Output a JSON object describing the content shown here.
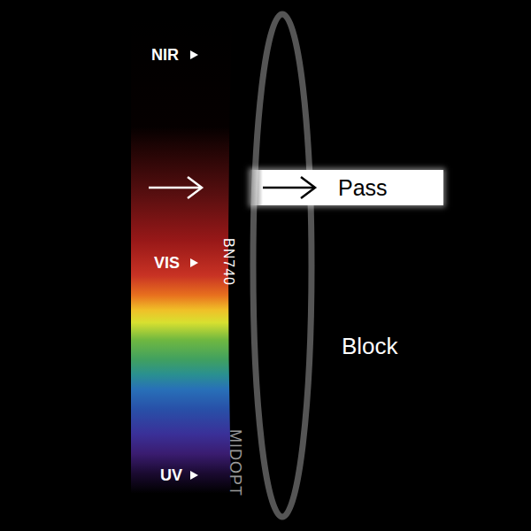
{
  "diagram": {
    "nodes": [
      {
        "text": [
          "Pass"
        ]
      }
    ],
    "labels": [
      "NIR",
      "VIS",
      "UV",
      "BN740",
      "MIDOPT",
      "Block"
    ]
  }
}
